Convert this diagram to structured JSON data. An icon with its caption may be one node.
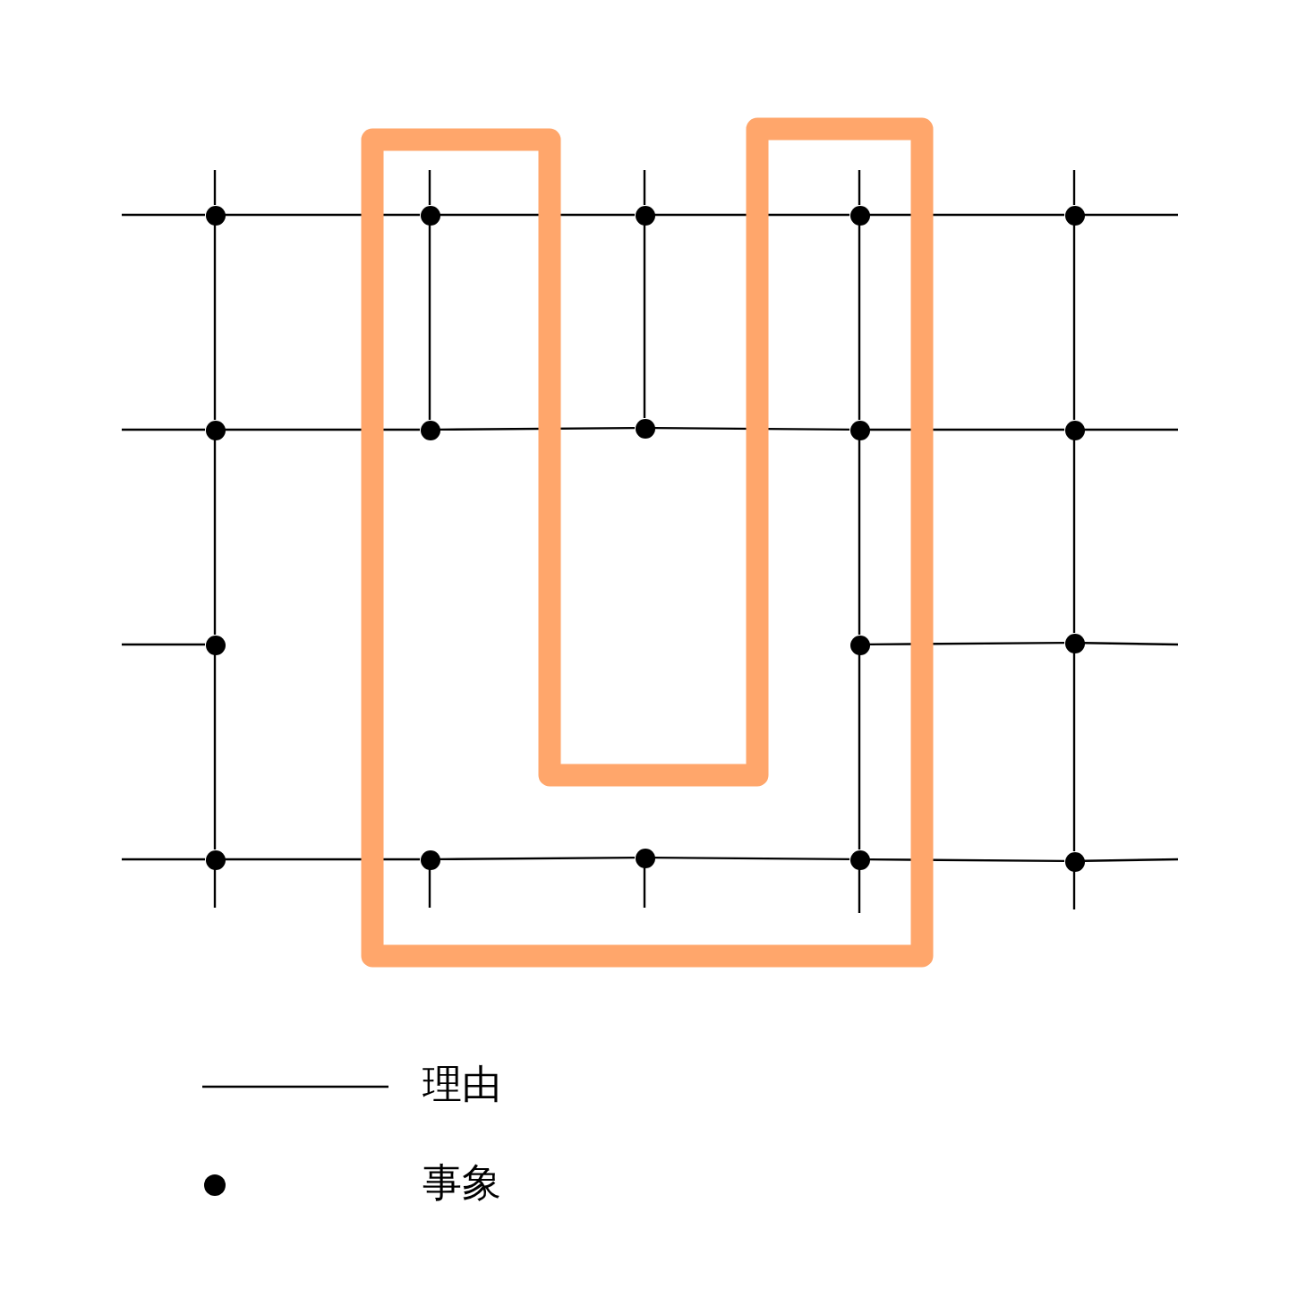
{
  "diagram": {
    "nodes": [
      {
        "text": [],
        "shape": "circle"
      },
      {
        "text": [],
        "shape": "circle"
      },
      {
        "text": [],
        "shape": "circle"
      },
      {
        "text": [],
        "shape": "circle"
      },
      {
        "text": [],
        "shape": "circle"
      },
      {
        "text": [],
        "shape": "circle"
      },
      {
        "text": [],
        "shape": "circle"
      },
      {
        "text": [],
        "shape": "circle"
      },
      {
        "text": [],
        "shape": "circle"
      },
      {
        "text": [],
        "shape": "circle"
      },
      {
        "text": [],
        "shape": "circle"
      },
      {
        "text": [],
        "shape": "circle"
      },
      {
        "text": [],
        "shape": "circle"
      },
      {
        "text": [],
        "shape": "circle"
      },
      {
        "text": [],
        "shape": "circle"
      },
      {
        "text": [],
        "shape": "circle"
      },
      {
        "text": [],
        "shape": "circle"
      },
      {
        "text": [],
        "shape": "circle"
      }
    ],
    "edges": [
      {
        "from": null,
        "to": 0,
        "arrow": "none"
      },
      {
        "from": 0,
        "to": 1,
        "arrow": "none"
      },
      {
        "from": 1,
        "to": 2,
        "arrow": "none"
      },
      {
        "from": 2,
        "to": 3,
        "arrow": "none"
      },
      {
        "from": 3,
        "to": 4,
        "arrow": "none"
      },
      {
        "from": 4,
        "to": null,
        "arrow": "none"
      },
      {
        "from": null,
        "to": 5,
        "arrow": "none"
      },
      {
        "from": 5,
        "to": 6,
        "arrow": "none"
      },
      {
        "from": 6,
        "to": 7,
        "arrow": "none"
      },
      {
        "from": 7,
        "to": 8,
        "arrow": "none"
      },
      {
        "from": 8,
        "to": 9,
        "arrow": "none"
      },
      {
        "from": 9,
        "to": null,
        "arrow": "none"
      },
      {
        "from": null,
        "to": 10,
        "arrow": "none"
      },
      {
        "from": 11,
        "to": 12,
        "arrow": "none"
      },
      {
        "from": 12,
        "to": null,
        "arrow": "none"
      },
      {
        "from": null,
        "to": 13,
        "arrow": "none"
      },
      {
        "from": 13,
        "to": 14,
        "arrow": "none"
      },
      {
        "from": 14,
        "to": 15,
        "arrow": "none"
      },
      {
        "from": 15,
        "to": 16,
        "arrow": "none"
      },
      {
        "from": 16,
        "to": 17,
        "arrow": "none"
      },
      {
        "from": 17,
        "to": null,
        "arrow": "none"
      },
      {
        "from": null,
        "to": 0,
        "arrow": "none"
      },
      {
        "from": 0,
        "to": 5,
        "arrow": "none"
      },
      {
        "from": 5,
        "to": 10,
        "arrow": "none"
      },
      {
        "from": 10,
        "to": 13,
        "arrow": "none"
      },
      {
        "from": 13,
        "to": null,
        "arrow": "none"
      },
      {
        "from": null,
        "to": 1,
        "arrow": "none"
      },
      {
        "from": 1,
        "to": 6,
        "arrow": "none"
      },
      {
        "from": 14,
        "to": null,
        "arrow": "none"
      },
      {
        "from": null,
        "to": 2,
        "arrow": "none"
      },
      {
        "from": 2,
        "to": 7,
        "arrow": "none"
      },
      {
        "from": 15,
        "to": null,
        "arrow": "none"
      },
      {
        "from": null,
        "to": 3,
        "arrow": "none"
      },
      {
        "from": 3,
        "to": 8,
        "arrow": "none"
      },
      {
        "from": 8,
        "to": 11,
        "arrow": "none"
      },
      {
        "from": 11,
        "to": 16,
        "arrow": "none"
      },
      {
        "from": 16,
        "to": null,
        "arrow": "none"
      },
      {
        "from": null,
        "to": 4,
        "arrow": "none"
      },
      {
        "from": 4,
        "to": 9,
        "arrow": "none"
      },
      {
        "from": 9,
        "to": 12,
        "arrow": "none"
      },
      {
        "from": 12,
        "to": 17,
        "arrow": "none"
      },
      {
        "from": 17,
        "to": null,
        "arrow": "none"
      }
    ],
    "legend": [
      {
        "text": "理由"
      },
      {
        "text": "事象"
      }
    ]
  }
}
